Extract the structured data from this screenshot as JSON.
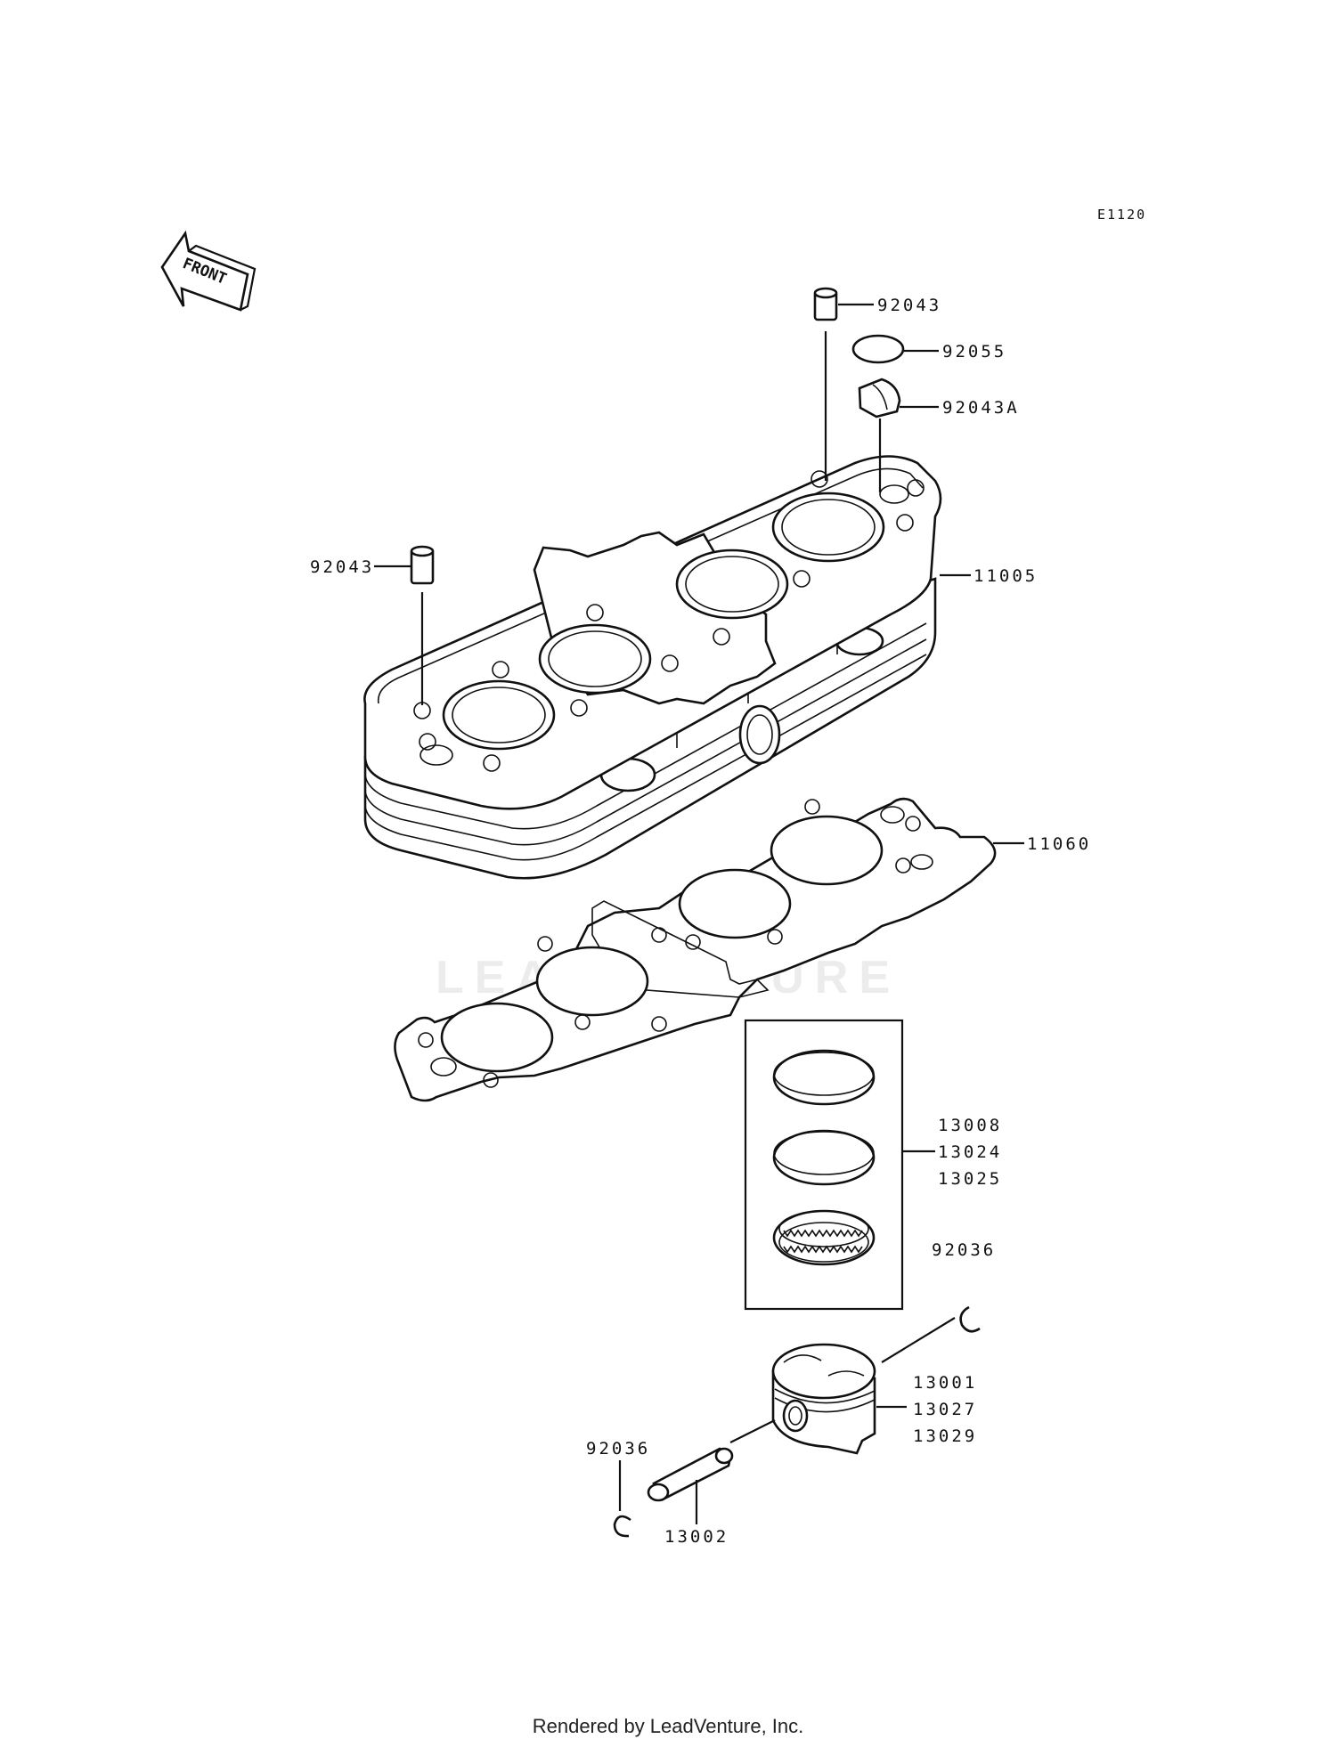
{
  "diagram_code": "E1120",
  "front_label": "FRONT",
  "watermark": "LEADVENTURE",
  "footer": "Rendered by LeadVenture, Inc.",
  "callouts": {
    "p92043_top": "92043",
    "p92055": "92055",
    "p92043A": "92043A",
    "p92043_left": "92043",
    "p11005": "11005",
    "p11060": "11060",
    "p13008": "13008",
    "p13024": "13024",
    "p13025": "13025",
    "p92036_right": "92036",
    "p13001": "13001",
    "p13027": "13027",
    "p13029": "13029",
    "p92036_left": "92036",
    "p13002": "13002"
  },
  "icons": [
    "front-arrow-icon"
  ]
}
